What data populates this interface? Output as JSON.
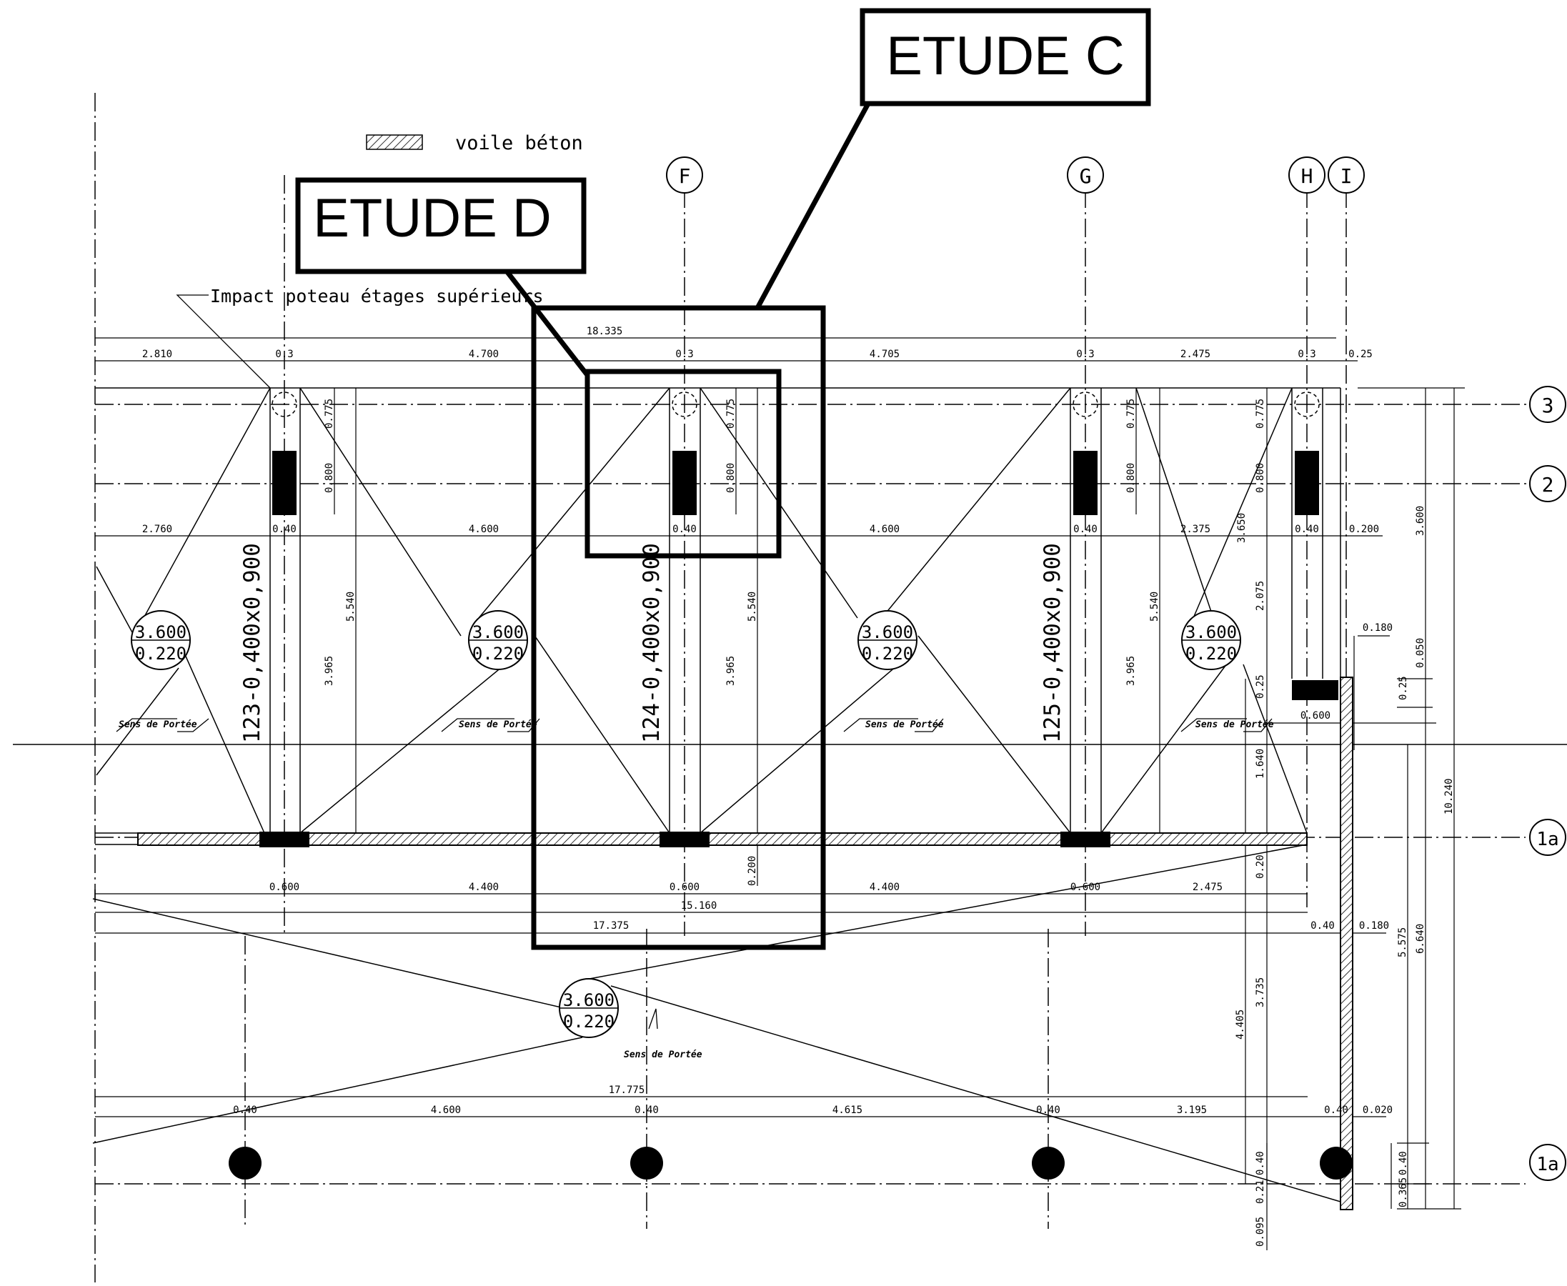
{
  "legend": {
    "label": "voile béton"
  },
  "callouts": {
    "etude_c": "ETUDE C",
    "etude_d": "ETUDE D"
  },
  "note": "Impact poteau étages supérieurs",
  "axes_top": [
    "F",
    "G",
    "H",
    "I"
  ],
  "axes_right": [
    "3",
    "2",
    "1a",
    "1a"
  ],
  "beams": [
    "123-0,400x0,900",
    "124-0,400x0,900",
    "125-0,400x0,900"
  ],
  "slab_tags": [
    {
      "top": "3.600",
      "bottom": "0.220"
    },
    {
      "top": "3.600",
      "bottom": "0.220"
    },
    {
      "top": "3.600",
      "bottom": "0.220"
    },
    {
      "top": "3.600",
      "bottom": "0.220"
    },
    {
      "top": "3.600",
      "bottom": "0.220"
    }
  ],
  "span_label": "Sens de Portée",
  "dims": {
    "top_total": "18.335",
    "row1": [
      "2.810",
      "0.3",
      "4.700",
      "0.3",
      "4.705",
      "0.3",
      "2.475",
      "0.3",
      "0.25"
    ],
    "row2": [
      "2.760",
      "0.40",
      "4.600",
      "0.40",
      "4.600",
      "0.40",
      "2.375",
      "0.40",
      "0.200"
    ],
    "row3": [
      "0.600",
      "4.400",
      "0.600",
      "4.400",
      "0.600",
      "2.475"
    ],
    "d15160": "15.160",
    "d17375": "17.375",
    "d17775": "17.775",
    "row4": [
      "0.40",
      "4.600",
      "0.40",
      "4.615",
      "0.40",
      "3.195",
      "0.40",
      "0.020"
    ],
    "vert_small": [
      "0.775",
      "0.800",
      "0.775",
      "0.800",
      "0.775",
      "0.800",
      "0.775",
      "0.800"
    ],
    "v5540": "5.540",
    "v3965": "3.965",
    "v3650": "3.650",
    "v2075": "2.075",
    "v1640": "1.640",
    "v3600": "3.600",
    "v10240": "10.240",
    "v0180a": "0.180",
    "v0050": "0.050",
    "v025": "0.25",
    "v0600": "0.600",
    "v0200": "0.200",
    "v020": "0.20",
    "v040r": "0.40",
    "v0180b": "0.180",
    "v5575": "5.575",
    "v6640": "6.640",
    "v3735": "3.735",
    "v4405": "4.405",
    "v040b": "0.40",
    "v021": "0.21",
    "v0095": "0.095",
    "v040c": "0.40",
    "v0365": "0.365",
    "v025b": "0.25"
  }
}
